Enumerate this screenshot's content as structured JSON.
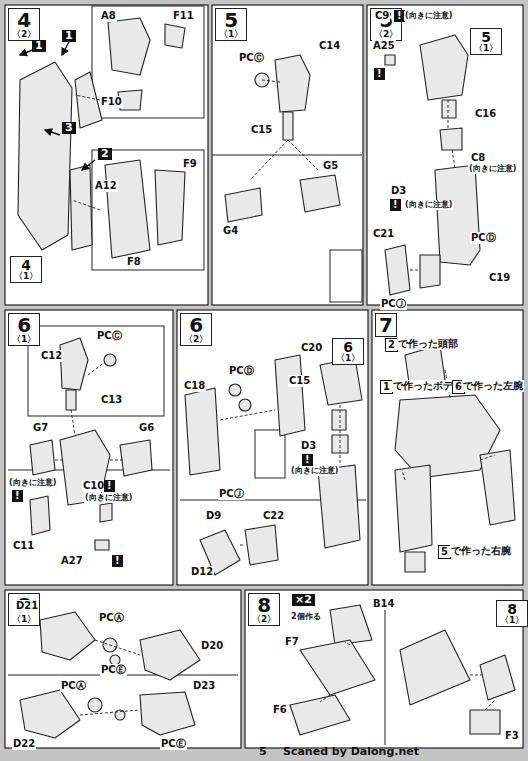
{
  "diagram": {
    "nodes": [
      {
        "text": [
          "4",
          "〈2〉"
        ]
      },
      {
        "text": [
          "4",
          "〈1〉"
        ]
      },
      {
        "text": [
          "5",
          "〈1〉"
        ]
      },
      {
        "text": [
          "5",
          "〈2〉"
        ]
      },
      {
        "text": [
          "5",
          "〈1〉"
        ]
      },
      {
        "text": [
          "6",
          "〈1〉"
        ]
      },
      {
        "text": [
          "6",
          "〈2〉"
        ]
      },
      {
        "text": [
          "6",
          "〈1〉"
        ]
      },
      {
        "text": [
          "7"
        ]
      },
      {
        "text": [
          "8",
          "〈1〉"
        ]
      },
      {
        "text": [
          "8",
          "〈2〉"
        ]
      },
      {
        "text": [
          "8",
          "〈1〉"
        ]
      }
    ],
    "labels": [
      "1",
      "1",
      "2",
      "3",
      "A8",
      "F11",
      "F10",
      "A12",
      "F9",
      "F8",
      "PCⒸ",
      "C14",
      "C15",
      "G4",
      "G5",
      "C9",
      "!",
      "(向きに注意)",
      "A25",
      "!",
      "C16",
      "C8",
      "(向きに注意)",
      "D3",
      "!",
      "(向きに注意)",
      "C21",
      "PCⒹ",
      "PCⒿ",
      "C19",
      "C12",
      "PCⒸ",
      "C13",
      "G7",
      "G6",
      "(向きに注意)",
      "!",
      "C11",
      "C10",
      "!",
      "(向きに注意)",
      "A27",
      "!",
      "C20",
      "C18",
      "PCⒹ",
      "PCⒿ",
      "C15",
      "D3",
      "!",
      "(向きに注意)",
      "D9",
      "C22",
      "D12",
      "2",
      "で作った頭部",
      "1",
      "で作ったボディ",
      "6",
      "で作った左腕",
      "5",
      "で作った右腕",
      "D21",
      "PCⒶ",
      "PCⒺ",
      "D20",
      "PCⒶ",
      "D23",
      "PCⒺ",
      "D22",
      "×2",
      "2個作る",
      "B14",
      "F7",
      "F6",
      "F3",
      "5",
      "Scaned by Dalong.net"
    ]
  }
}
